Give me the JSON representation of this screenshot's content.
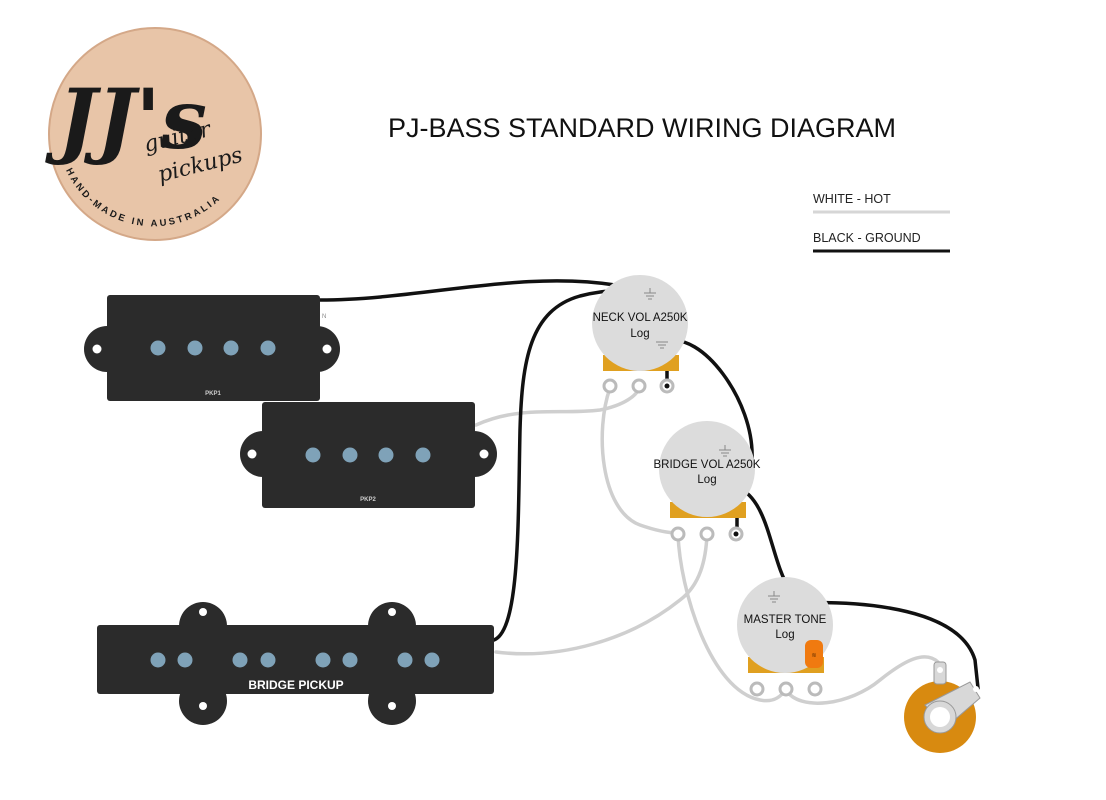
{
  "logo": {
    "initials": "JJ's",
    "line1": "guitar",
    "line2": "pickups",
    "ring": "HAND-MADE IN AUSTRALIA"
  },
  "title": "PJ-BASS STANDARD WIRING DIAGRAM",
  "legend": {
    "hot_label": "WHITE - HOT",
    "ground_label": "BLACK - GROUND",
    "hot_color": "#d6d6d6",
    "ground_color": "#111111"
  },
  "pickups": {
    "pkp1": {
      "label": "PKP1",
      "n_mark": "N"
    },
    "pkp2": {
      "label": "PKP2"
    },
    "bridge": {
      "label": "BRIDGE PICKUP"
    }
  },
  "pots": {
    "neck": {
      "name": "NECK VOL A250K",
      "taper": "Log"
    },
    "bridge": {
      "name": "BRIDGE VOL A250K",
      "taper": "Log"
    },
    "tone": {
      "name": "MASTER TONE",
      "taper": "Log"
    }
  },
  "colors": {
    "pickup": "#2b2b2b",
    "pole": "#7fa2b8",
    "pot": "#dcdcdc",
    "lug": "#e0a020",
    "jack": "#d88a10",
    "capacitor": "#f07a10"
  }
}
